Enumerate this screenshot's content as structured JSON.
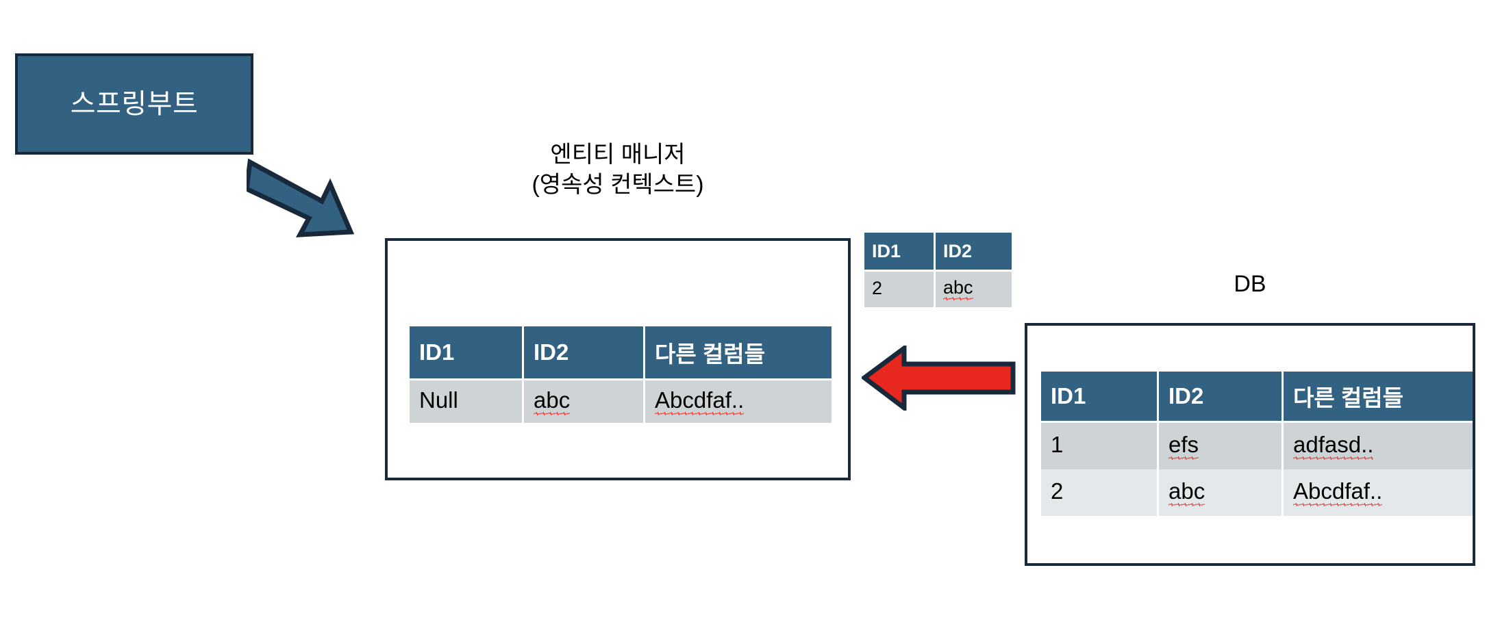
{
  "springboot": {
    "label": "스프링부트",
    "fill": "#336182",
    "stroke": "#17293b"
  },
  "arrows": {
    "blue_arrow": {
      "name": "blue-block-arrow",
      "direction": "down-right",
      "fill": "#336182",
      "stroke": "#17293b"
    },
    "red_arrow": {
      "name": "red-block-arrow",
      "direction": "left",
      "fill": "#e8271f",
      "stroke": "#17293b"
    }
  },
  "entity_manager": {
    "title": "엔티티 매니저\n(영속성 컨텍스트)",
    "table": {
      "columns": [
        "ID1",
        "ID2",
        "다른 컬럼들"
      ],
      "rows": [
        {
          "id1": "Null",
          "id2": "abc",
          "other": "Abcdfaf.."
        }
      ]
    }
  },
  "transient_table": {
    "columns": [
      "ID1",
      "ID2"
    ],
    "rows": [
      {
        "id1": "2",
        "id2": "abc"
      }
    ]
  },
  "db": {
    "title": "DB",
    "table": {
      "columns": [
        "ID1",
        "ID2",
        "다른 컬럼들"
      ],
      "rows": [
        {
          "id1": "1",
          "id2": "efs",
          "other": "adfasd.."
        },
        {
          "id1": "2",
          "id2": "abc",
          "other": "Abcdfaf.."
        }
      ]
    }
  },
  "colors": {
    "header_blue": "#336182",
    "outline_navy": "#17293b",
    "row_gray_dark": "#ced3d6",
    "row_gray_light": "#e3e8ea",
    "red": "#e8271f",
    "spellcheck_underline": "#ef2a22"
  }
}
